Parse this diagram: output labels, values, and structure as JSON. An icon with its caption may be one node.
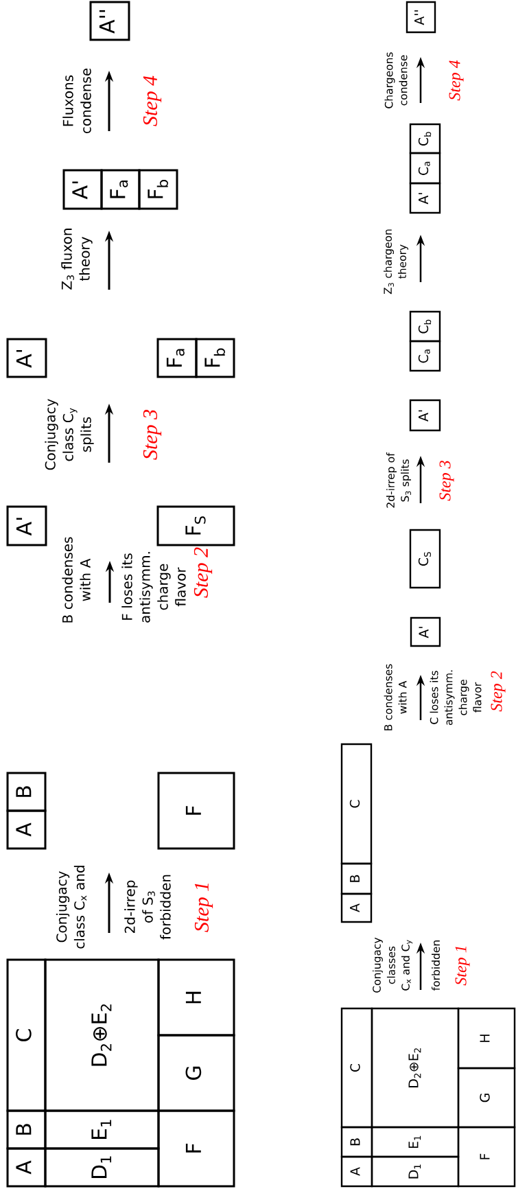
{
  "diagram": {
    "nodes": [
      {
        "text": [
          "A"
        ]
      },
      {
        "text": [
          "B"
        ]
      },
      {
        "text": [
          "C"
        ]
      },
      {
        "text": [
          "D$_{1}$"
        ]
      },
      {
        "text": [
          "E$_{1}$"
        ]
      },
      {
        "text": [
          "D$_{2}$⊕E$_{2}$"
        ]
      },
      {
        "text": [
          "F"
        ]
      },
      {
        "text": [
          "G"
        ]
      },
      {
        "text": [
          "H"
        ]
      },
      {
        "text": [
          "A"
        ]
      },
      {
        "text": [
          "B"
        ]
      },
      {
        "text": [
          "F"
        ]
      },
      {
        "text": [
          "A'"
        ]
      },
      {
        "text": [
          "F$_{S}$"
        ]
      },
      {
        "text": [
          "A'"
        ]
      },
      {
        "text": [
          "F$_{a}$"
        ]
      },
      {
        "text": [
          "F$_{b}$"
        ]
      },
      {
        "text": [
          "A'"
        ]
      },
      {
        "text": [
          "F$_{a}$"
        ]
      },
      {
        "text": [
          "F$_{b}$"
        ]
      },
      {
        "text": [
          "A''"
        ]
      },
      {
        "text": [
          "A"
        ]
      },
      {
        "text": [
          "B"
        ]
      },
      {
        "text": [
          "C"
        ]
      },
      {
        "text": [
          "D$_{1}$"
        ]
      },
      {
        "text": [
          "E$_{1}$"
        ]
      },
      {
        "text": [
          "D$_{2}$⊕E$_{2}$"
        ]
      },
      {
        "text": [
          "F"
        ]
      },
      {
        "text": [
          "G"
        ]
      },
      {
        "text": [
          "H"
        ]
      },
      {
        "text": [
          "A"
        ]
      },
      {
        "text": [
          "B"
        ]
      },
      {
        "text": [
          "C"
        ]
      },
      {
        "text": [
          "A'"
        ]
      },
      {
        "text": [
          "C$_{S}$"
        ]
      },
      {
        "text": [
          "A'"
        ]
      },
      {
        "text": [
          "C$_{a}$"
        ]
      },
      {
        "text": [
          "C$_{b}$"
        ]
      },
      {
        "text": [
          "A'"
        ]
      },
      {
        "text": [
          "C$_{a}$"
        ]
      },
      {
        "text": [
          "C$_{b}$"
        ]
      },
      {
        "text": [
          "A''"
        ]
      }
    ],
    "labels": [
      "Conjugacy class C$_{x}$ and",
      "2d-irrep of S$_{3}$ forbidden",
      "Step 1",
      "B condenses with A",
      "F loses its antisymm. charge flavor",
      "Step 2",
      "Conjugacy class C$_{y}$ splits",
      "Step 3",
      "Z$_{3}$ fluxon theory",
      "Fluxons condense",
      "Step 4",
      "Conjugacy classes C$_{x}$ and C$_{y}$",
      "forbidden",
      "Step 1",
      "B condenses with A",
      "C loses its antisymm. charge flavor",
      "Step 2",
      "2d-irrep of S$_{3}$ splits",
      "Step 3",
      "Z$_{3}$ chargeon theory",
      "Chargeons condense",
      "Step 4"
    ]
  }
}
